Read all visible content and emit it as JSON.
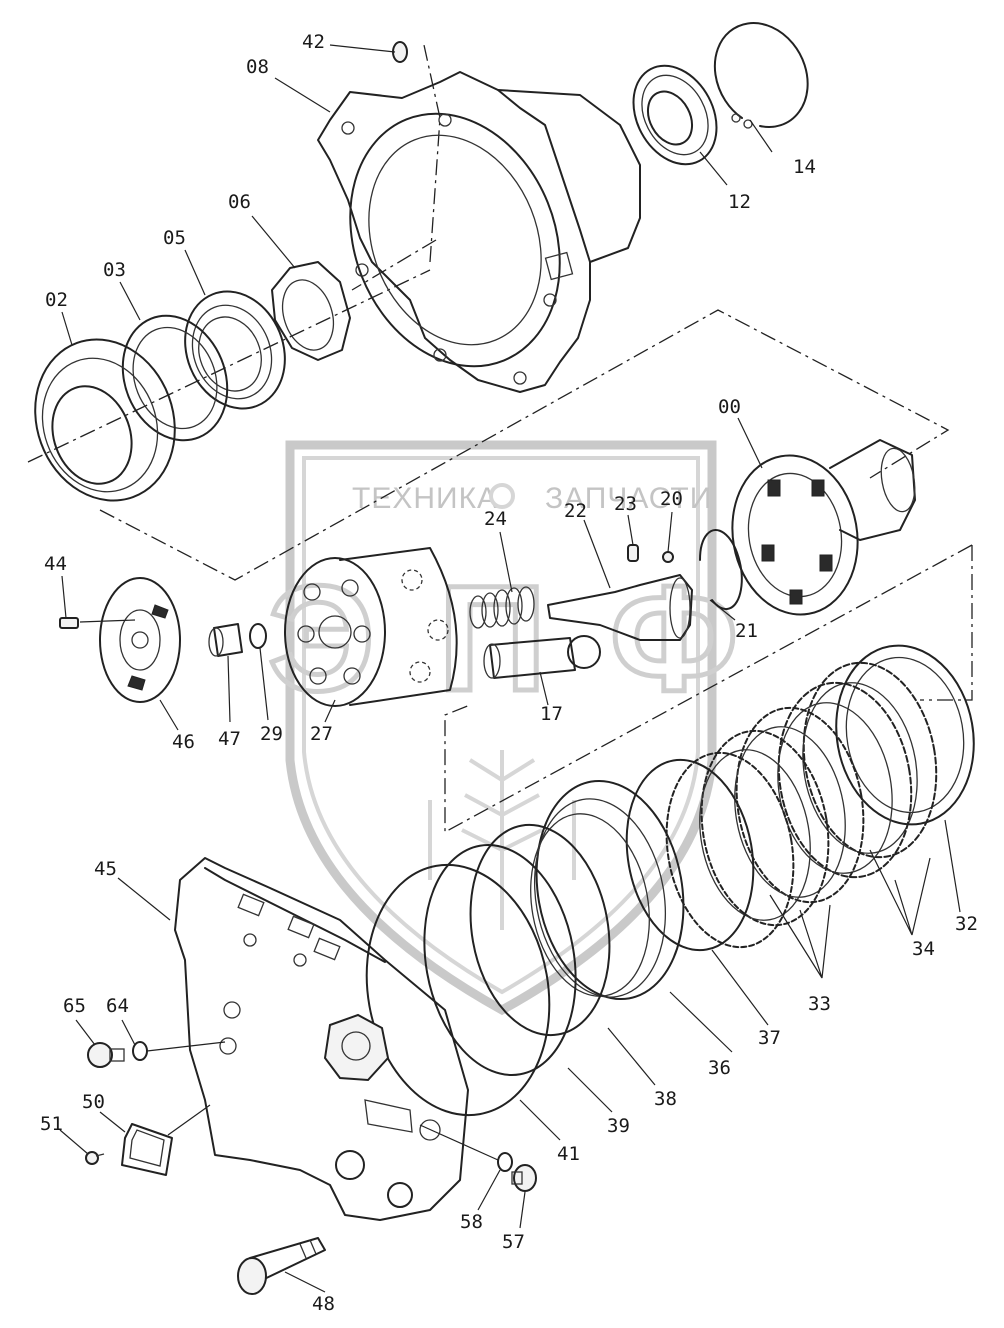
{
  "watermark": {
    "text_left": "ТЕХНИКА",
    "text_right": "ЗАПЧАСТИ",
    "logo_letters": "ЭПФ"
  },
  "callouts": {
    "p00": "00",
    "p02": "02",
    "p03": "03",
    "p05": "05",
    "p06": "06",
    "p08": "08",
    "p12": "12",
    "p14": "14",
    "p17": "17",
    "p20": "20",
    "p21": "21",
    "p22": "22",
    "p23": "23",
    "p24": "24",
    "p27": "27",
    "p29": "29",
    "p32": "32",
    "p33": "33",
    "p34": "34",
    "p36": "36",
    "p37": "37",
    "p38": "38",
    "p39": "39",
    "p41": "41",
    "p42": "42",
    "p44": "44",
    "p45": "45",
    "p46": "46",
    "p47": "47",
    "p48": "48",
    "p50": "50",
    "p51": "51",
    "p57": "57",
    "p58": "58",
    "p64": "64",
    "p65": "65"
  }
}
